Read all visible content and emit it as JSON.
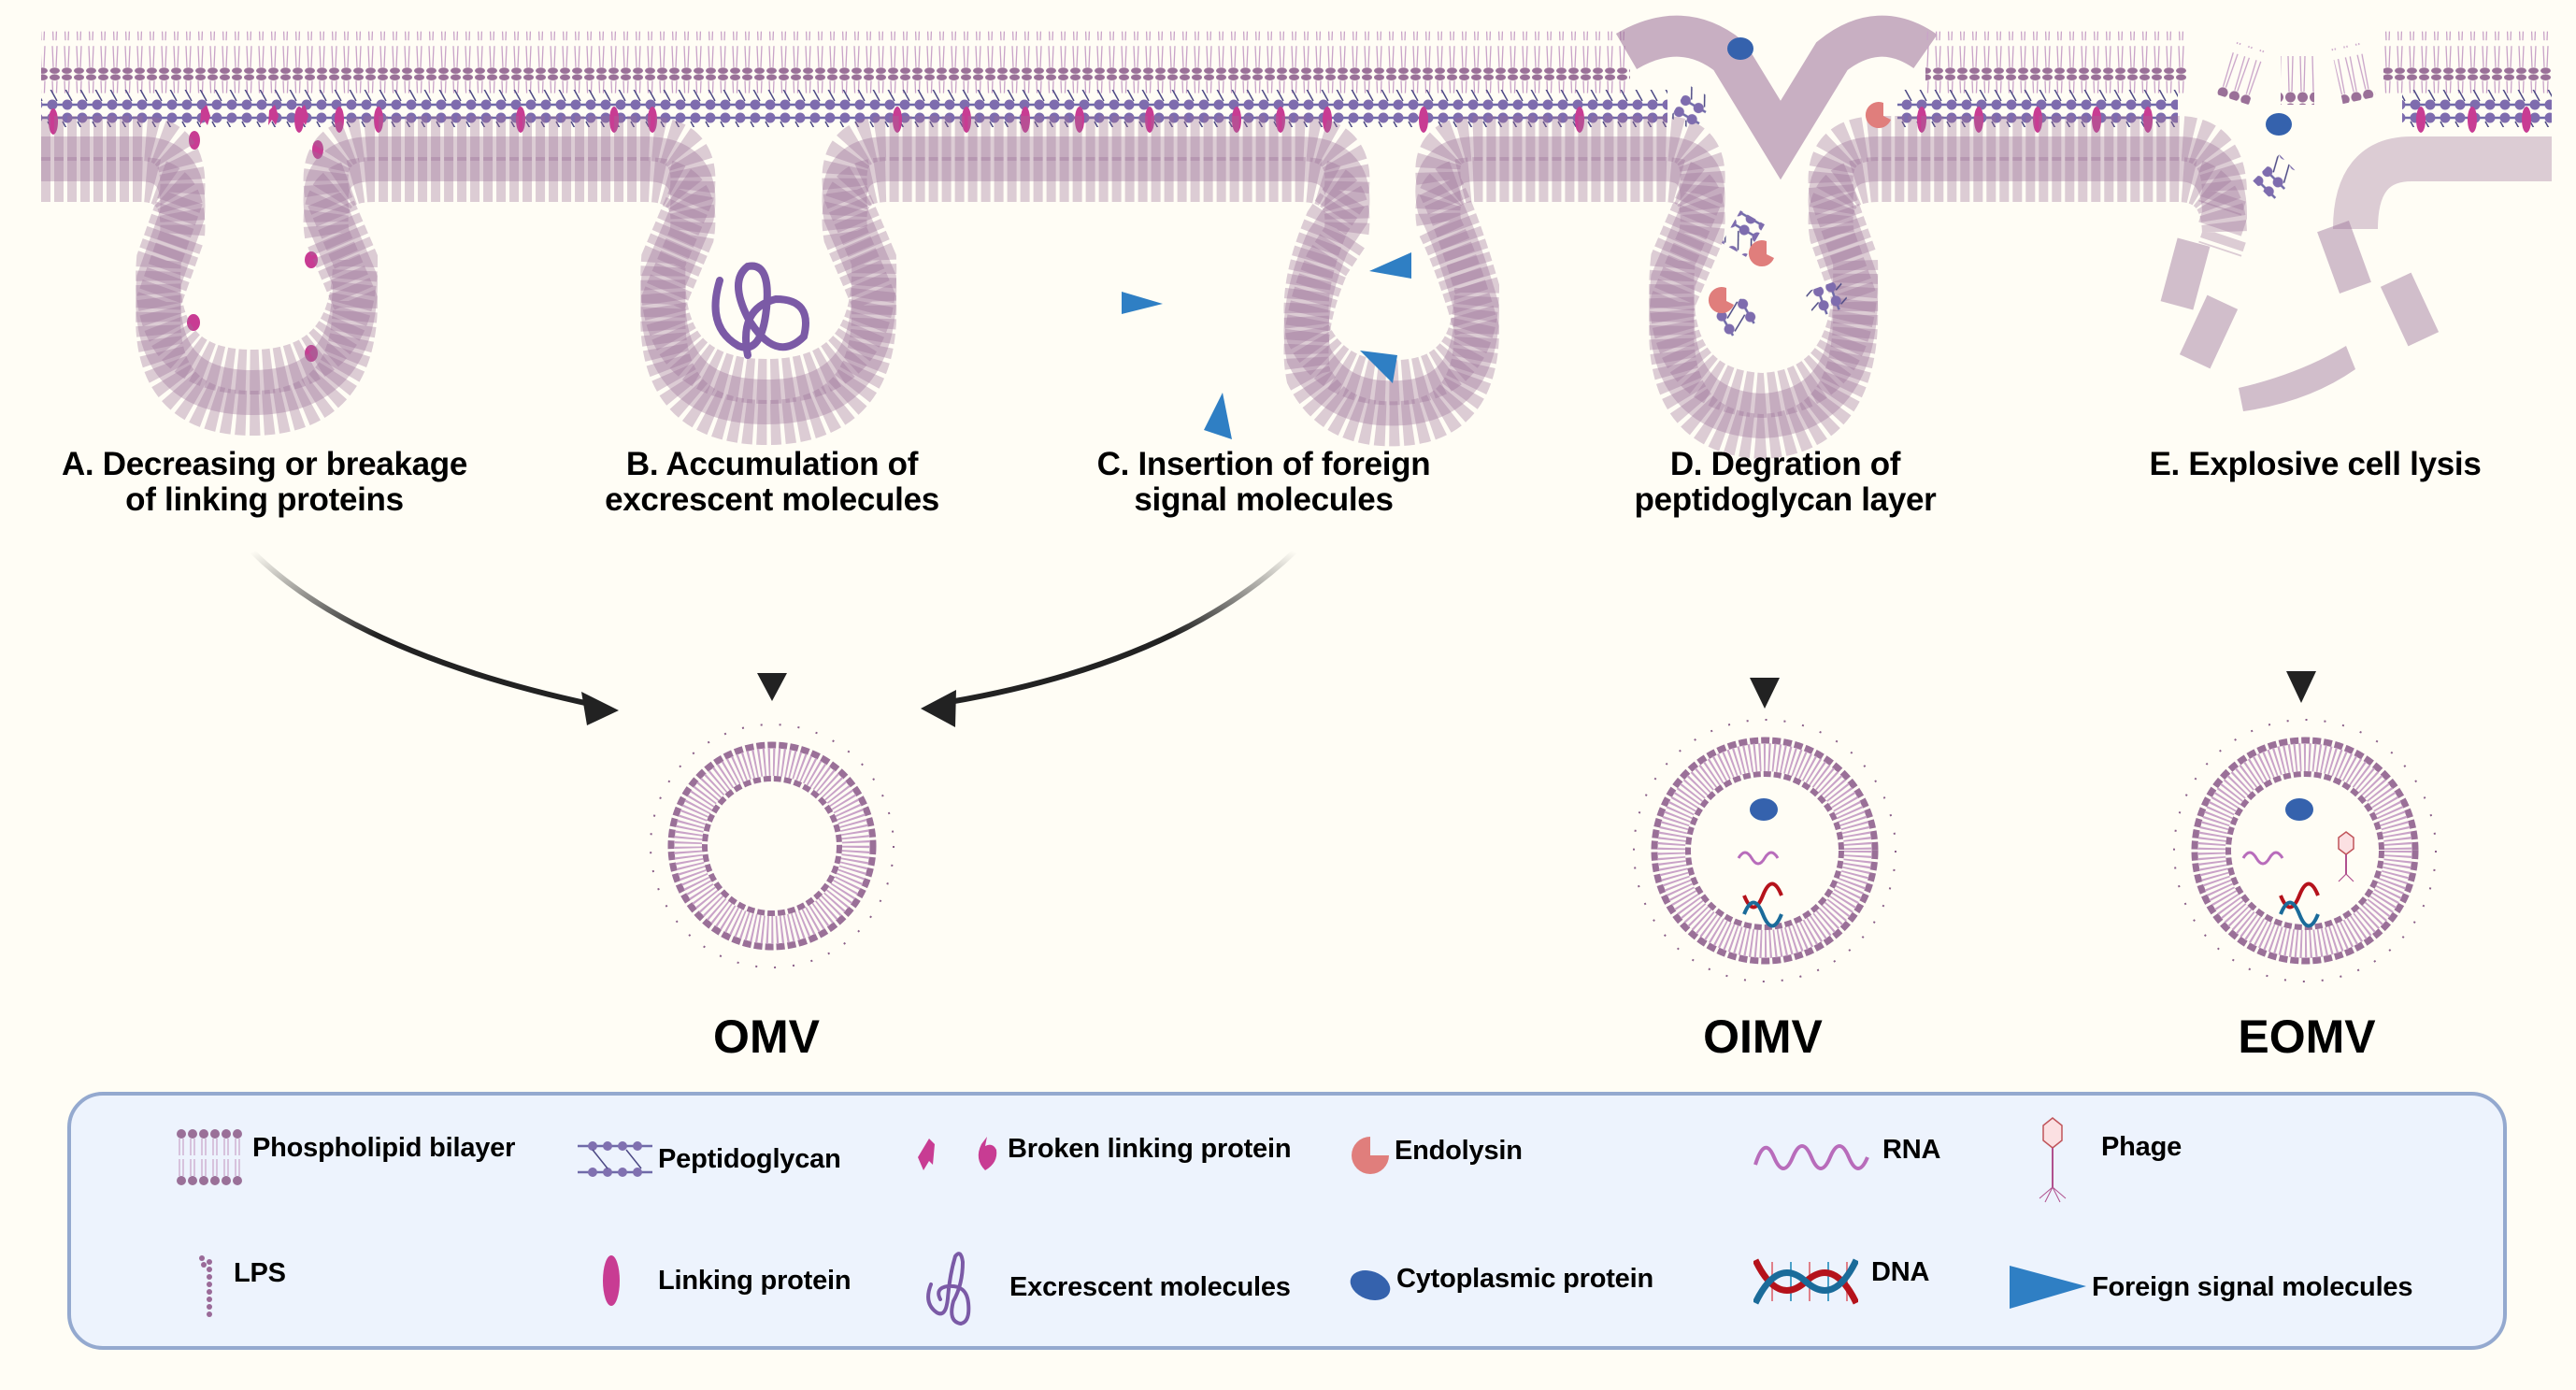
{
  "figure": {
    "mechanisms": [
      {
        "id": "A",
        "line1": "A. Decreasing or breakage",
        "line2": "of linking proteins"
      },
      {
        "id": "B",
        "line1": "B. Accumulation of",
        "line2": "excrescent molecules"
      },
      {
        "id": "C",
        "line1": "C. Insertion of foreign",
        "line2": "signal molecules"
      },
      {
        "id": "D",
        "line1": "D. Degration of",
        "line2": "peptidoglycan layer"
      },
      {
        "id": "E",
        "line1": "E. Explosive cell lysis",
        "line2": ""
      }
    ],
    "vesicles": [
      {
        "id": "omv",
        "label": "OMV",
        "cargo": []
      },
      {
        "id": "oimv",
        "label": "OIMV",
        "cargo": [
          "cytoplasmic-protein",
          "rna",
          "dna"
        ]
      },
      {
        "id": "eomv",
        "label": "EOMV",
        "cargo": [
          "cytoplasmic-protein",
          "rna",
          "dna",
          "phage"
        ]
      }
    ],
    "arrows": [
      {
        "from": "A",
        "to": "OMV"
      },
      {
        "from": "B",
        "to": "OMV"
      },
      {
        "from": "C",
        "to": "OMV"
      },
      {
        "from": "D",
        "to": "OIMV"
      },
      {
        "from": "E",
        "to": "EOMV"
      }
    ]
  },
  "legend": {
    "items": [
      {
        "icon": "phospholipid-bilayer-icon",
        "label": "Phospholipid bilayer"
      },
      {
        "icon": "peptidoglycan-icon",
        "label": "Peptidoglycan"
      },
      {
        "icon": "broken-linking-protein-icon",
        "label": "Broken linking protein"
      },
      {
        "icon": "endolysin-icon",
        "label": "Endolysin"
      },
      {
        "icon": "rna-icon",
        "label": "RNA"
      },
      {
        "icon": "phage-icon",
        "label": "Phage"
      },
      {
        "icon": "lps-icon",
        "label": "LPS"
      },
      {
        "icon": "linking-protein-icon",
        "label": "Linking protein"
      },
      {
        "icon": "excrescent-molecules-icon",
        "label": "Excrescent molecules"
      },
      {
        "icon": "cytoplasmic-protein-icon",
        "label": "Cytoplasmic protein"
      },
      {
        "icon": "dna-icon",
        "label": "DNA"
      },
      {
        "icon": "foreign-signal-molecules-icon",
        "label": "Foreign signal molecules"
      }
    ]
  },
  "colors": {
    "background": "#fffdf5",
    "lipid_head": "#9a7098",
    "lipid_tail": "#c9a3c8",
    "peptidoglycan_a": "#6f6aa8",
    "peptidoglycan_b": "#9a6fae",
    "linking_protein": "#c83c93",
    "excrescent": "#7b5aa6",
    "foreign_signal": "#2f7fc4",
    "endolysin": "#e07e7c",
    "cytoplasmic_protein": "#3562ad",
    "rna": "#b86cbb",
    "dna_red": "#b5121b",
    "dna_blue": "#1a6b9a",
    "legend_bg": "#edf3fd",
    "legend_border": "#94a9cf",
    "arrow": "#222222"
  }
}
